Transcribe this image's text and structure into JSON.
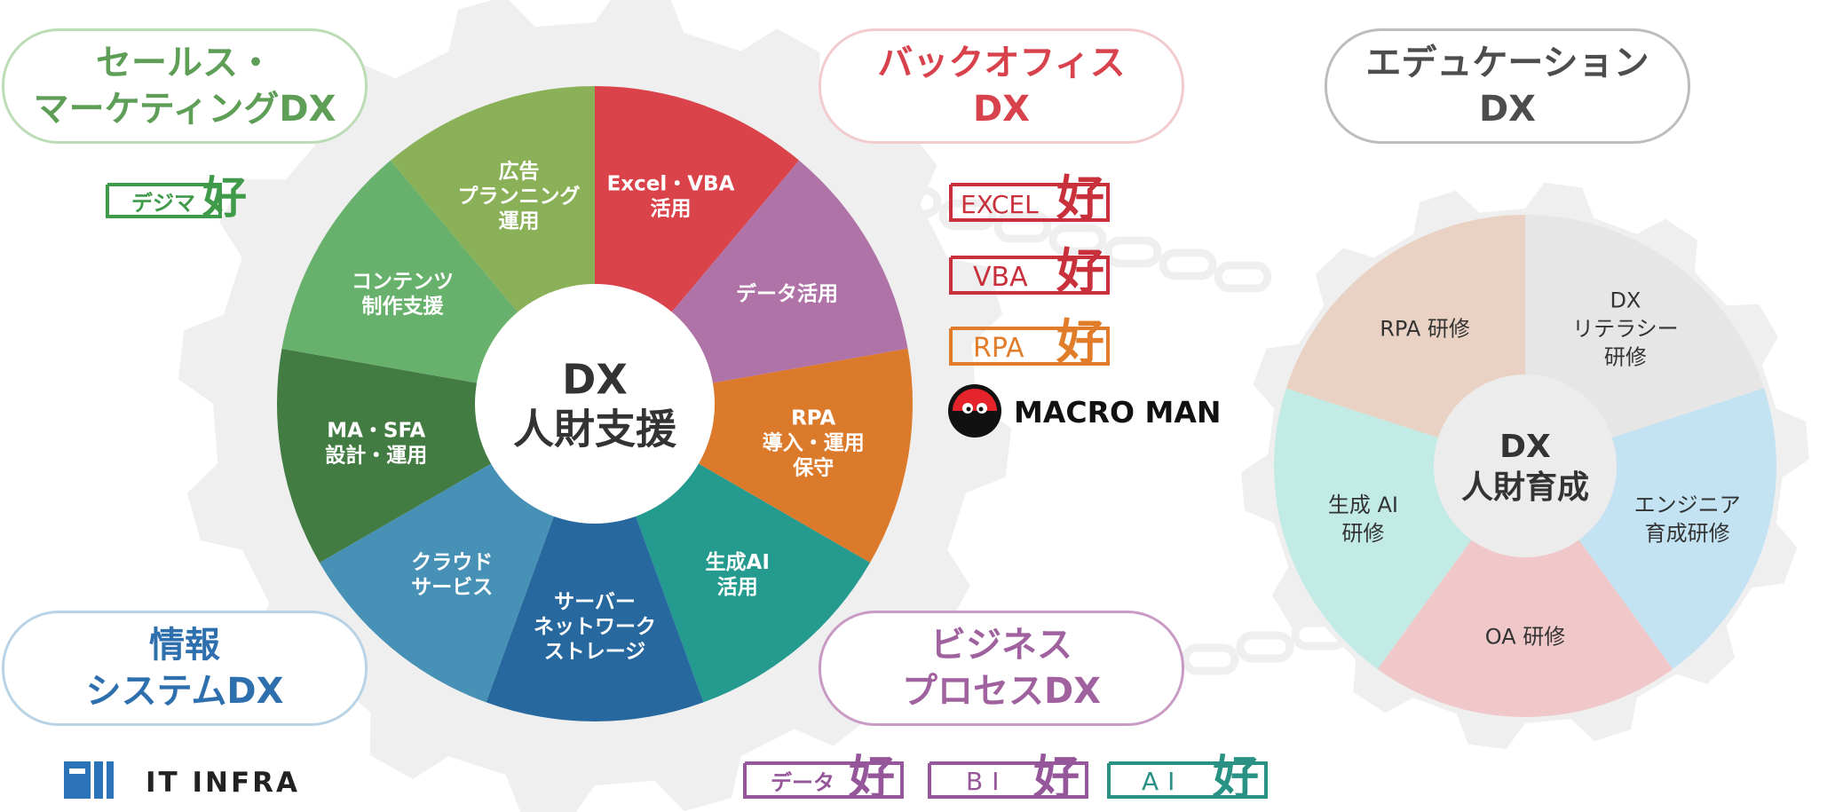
{
  "colors": {
    "sales": "#5e9e57",
    "backoffice": "#d8424c",
    "education": "#4d4d4d",
    "info_system": "#2e6fad",
    "business_process": "#a0619f",
    "gear": "#efefef"
  },
  "categories": {
    "sales_marketing": {
      "line1": "セールス・",
      "line2": "マーケティングDX"
    },
    "back_office": {
      "line1": "バックオフィス",
      "line2": "DX"
    },
    "education": {
      "line1": "エデュケーション",
      "line2": "DX"
    },
    "info_system": {
      "line1": "情報",
      "line2": "システムDX"
    },
    "business_process": {
      "line1": "ビジネス",
      "line2": "プロセスDX"
    }
  },
  "left_wheel": {
    "center": [
      "DX",
      "人財支援"
    ],
    "segments": [
      {
        "lines": [
          "Excel・VBA",
          "活用"
        ],
        "color": "#db434b"
      },
      {
        "lines": [
          "データ活用"
        ],
        "color": "#b073a8"
      },
      {
        "lines": [
          "RPA",
          "導入・運用",
          "保守"
        ],
        "color": "#dc7a2b"
      },
      {
        "lines": [
          "生成AI",
          "活用"
        ],
        "color": "#259a8f"
      },
      {
        "lines": [
          "サーバー",
          "ネットワーク",
          "ストレージ"
        ],
        "color": "#27689f"
      },
      {
        "lines": [
          "クラウド",
          "サービス"
        ],
        "color": "#4790b6"
      },
      {
        "lines": [
          "MA・SFA",
          "設計・運用"
        ],
        "color": "#437c43"
      },
      {
        "lines": [
          "コンテンツ",
          "制作支援"
        ],
        "color": "#68b16c"
      },
      {
        "lines": [
          "広告",
          "プランニング",
          "運用"
        ],
        "color": "#8ab158"
      }
    ]
  },
  "right_wheel": {
    "center": [
      "DX",
      "人財育成"
    ],
    "segments": [
      {
        "lines": [
          "DX",
          "リテラシー",
          "研修"
        ],
        "color": "#e6e6e6"
      },
      {
        "lines": [
          "エンジニア",
          "育成研修"
        ],
        "color": "#c3e2f2"
      },
      {
        "lines": [
          "OA 研修"
        ],
        "color": "#f1c8c9"
      },
      {
        "lines": [
          "生成 AI",
          "研修"
        ],
        "color": "#c3ebe6"
      },
      {
        "lines": [
          "RPA 研修"
        ],
        "color": "#e9d2c4"
      }
    ]
  },
  "logos": {
    "digima": {
      "label": "デジマ",
      "suffix": "好",
      "color": "#3f9a4a"
    },
    "excel": {
      "label": "EXCEL",
      "suffix": "好",
      "color": "#c8303c"
    },
    "vba": {
      "label": "VBA",
      "suffix": "好",
      "color": "#c8303c"
    },
    "rpa": {
      "label": "RPA",
      "suffix": "好",
      "color": "#e07c2a"
    },
    "macroman": {
      "label": "MACRO MAN"
    },
    "itinfra": {
      "label": "IT INFRA"
    },
    "data": {
      "label": "データ",
      "suffix": "好",
      "color": "#95569a"
    },
    "bi": {
      "label": "BI",
      "suffix": "好",
      "color": "#95569a"
    },
    "ai": {
      "label": "AI",
      "suffix": "好",
      "color": "#2a9285"
    }
  }
}
